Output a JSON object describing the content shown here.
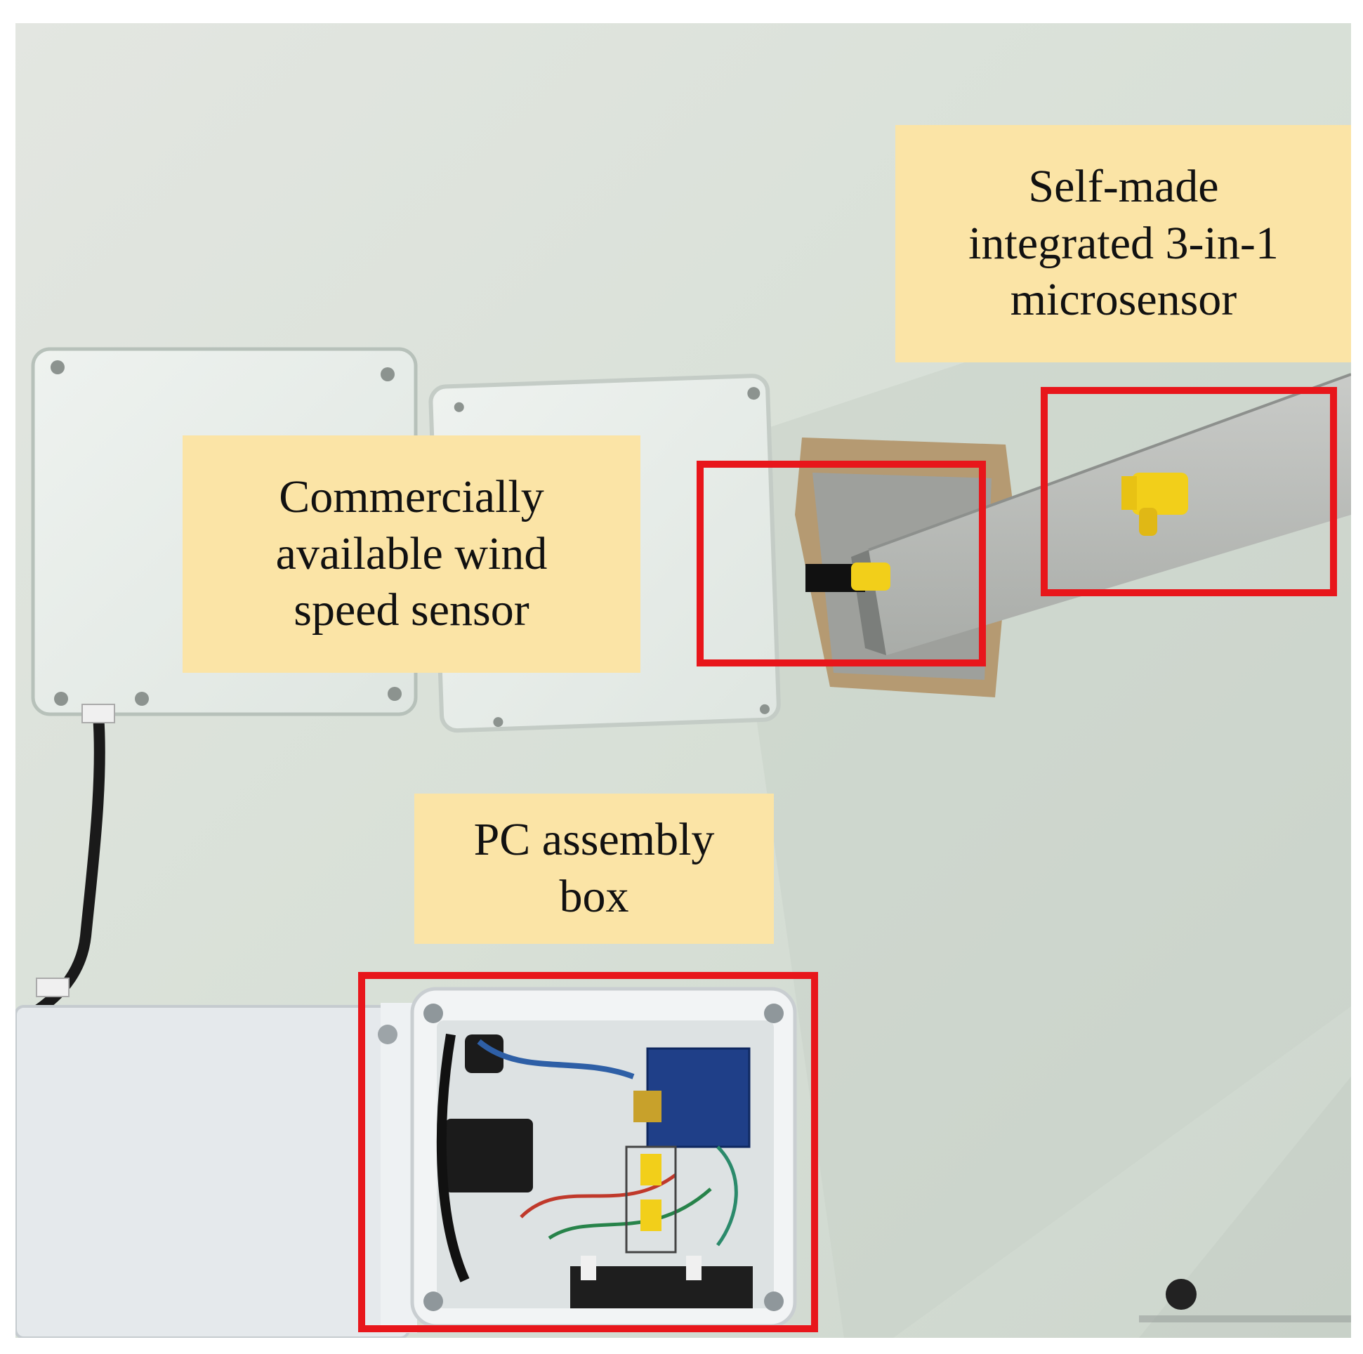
{
  "annotations": {
    "microsensor_label": "Self-made\nintegrated 3-in-1\nmicrosensor",
    "wind_sensor_label": "Commercially\navailable wind\nspeed sensor",
    "pc_box_label": "PC assembly\nbox"
  },
  "colors": {
    "wall": "#d9e0d8",
    "label_background": "#fbe4a6",
    "highlight_box": "#e8161b",
    "sensor_yellow": "#f2cf1a"
  }
}
